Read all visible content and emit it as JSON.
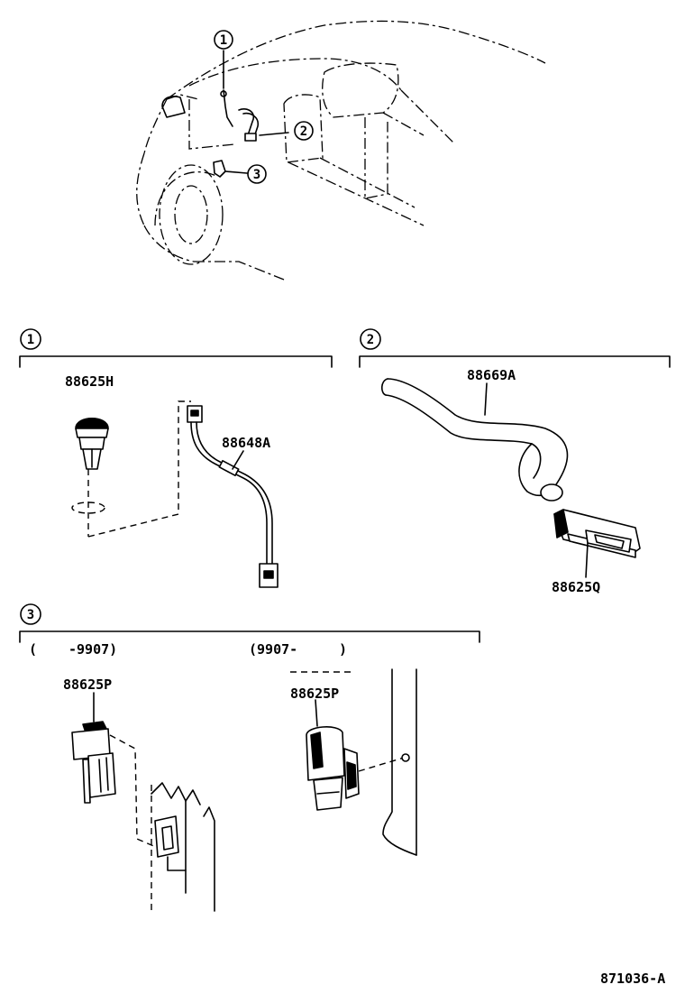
{
  "callouts": {
    "c1": "1",
    "c2": "2",
    "c3": "3"
  },
  "groups": {
    "g1": "1",
    "g2": "2",
    "g3": "3"
  },
  "parts": {
    "p_88625H": "88625H",
    "p_88648A": "88648A",
    "p_88669A": "88669A",
    "p_88625Q": "88625Q",
    "p_88625P_left": "88625P",
    "p_88625P_right": "88625P"
  },
  "ranges": {
    "open_left": "(",
    "to_9907": "-9907)",
    "from_9907": "(9907-",
    "close_right": ")"
  },
  "diagram_code": "871036-A"
}
